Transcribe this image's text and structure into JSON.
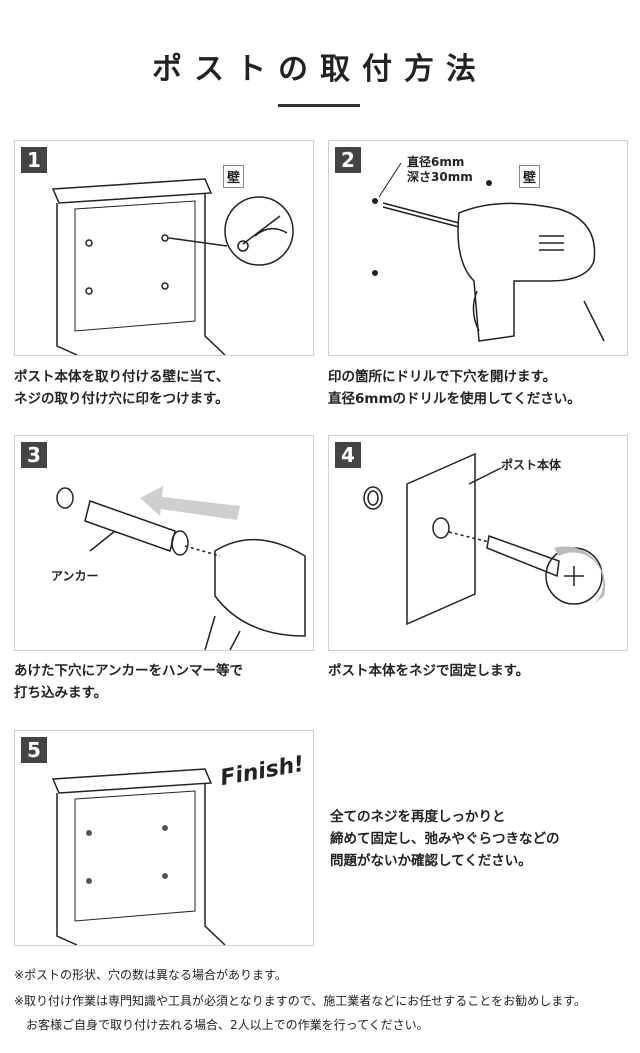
{
  "title": "ポストの取付方法",
  "steps": [
    {
      "number": "1",
      "wall_label": "壁",
      "caption": [
        "ポスト本体を取り付ける壁に当て、",
        "ネジの取り付け穴に印をつけます。"
      ]
    },
    {
      "number": "2",
      "wall_label": "壁",
      "diameter_label": "直径6mm",
      "depth_label": "深さ30mm",
      "caption": [
        "印の箇所にドリルで下穴を開けます。",
        "直径6mmのドリルを使用してください。"
      ]
    },
    {
      "number": "3",
      "anchor_label": "アンカー",
      "caption": [
        "あけた下穴にアンカーをハンマー等で",
        "打ち込みます。"
      ]
    },
    {
      "number": "4",
      "body_label": "ポスト本体",
      "caption": [
        "ポスト本体をネジで固定します。"
      ]
    },
    {
      "number": "5",
      "finish_label": "Finish!",
      "caption": [
        "全てのネジを再度しっかりと",
        "締めて固定し、弛みやぐらつきなどの",
        "問題がないか確認してください。"
      ]
    }
  ],
  "notes": [
    "※ポストの形状、穴の数は異なる場合があります。",
    "※取り付け作業は専門知識や工具が必須となりますので、施工業者などにお任せすることをお勧めします。",
    "　お客様ご自身で取り付け去れる場合、2人以上での作業を行ってください。"
  ]
}
